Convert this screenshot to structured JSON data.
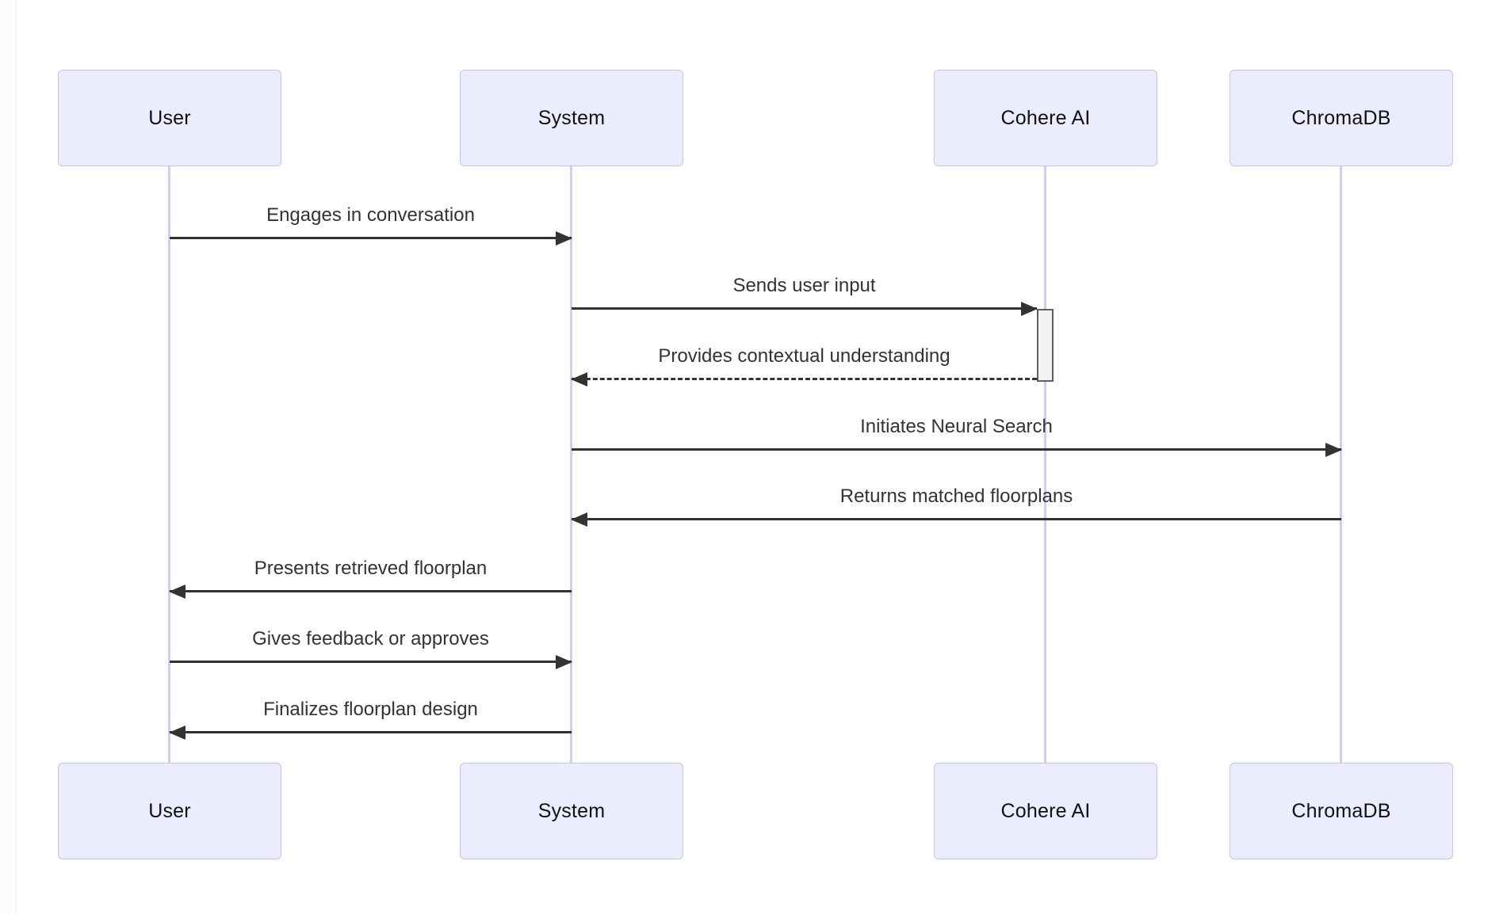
{
  "diagram": {
    "type": "sequence",
    "participants": [
      {
        "id": "user",
        "label": "User"
      },
      {
        "id": "system",
        "label": "System"
      },
      {
        "id": "cohere",
        "label": "Cohere AI"
      },
      {
        "id": "chromadb",
        "label": "ChromaDB"
      }
    ],
    "messages": [
      {
        "from": "User",
        "to": "System",
        "label": "Engages in conversation",
        "style": "solid"
      },
      {
        "from": "System",
        "to": "Cohere AI",
        "label": "Sends user input",
        "style": "solid"
      },
      {
        "from": "Cohere AI",
        "to": "System",
        "label": "Provides contextual understanding",
        "style": "dashed"
      },
      {
        "from": "System",
        "to": "ChromaDB",
        "label": "Initiates Neural Search",
        "style": "solid"
      },
      {
        "from": "ChromaDB",
        "to": "System",
        "label": "Returns matched floorplans",
        "style": "solid"
      },
      {
        "from": "System",
        "to": "User",
        "label": "Presents retrieved floorplan",
        "style": "solid"
      },
      {
        "from": "User",
        "to": "System",
        "label": "Gives feedback or approves",
        "style": "solid"
      },
      {
        "from": "System",
        "to": "User",
        "label": "Finalizes floorplan design",
        "style": "solid"
      }
    ],
    "activation": {
      "participant": "Cohere AI",
      "from_message": "Sends user input",
      "to_message": "Provides contextual understanding"
    },
    "colors": {
      "actor_fill": "#ECECFF",
      "actor_border": "#C9C2EE",
      "lifeline": "#D4CCEE",
      "message_line": "#333333",
      "message_text": "#333333",
      "actor_text": "#111111",
      "activation_fill": "#F2F2F2",
      "activation_border": "#5F5F5F",
      "background": "#FFFFFF"
    }
  }
}
